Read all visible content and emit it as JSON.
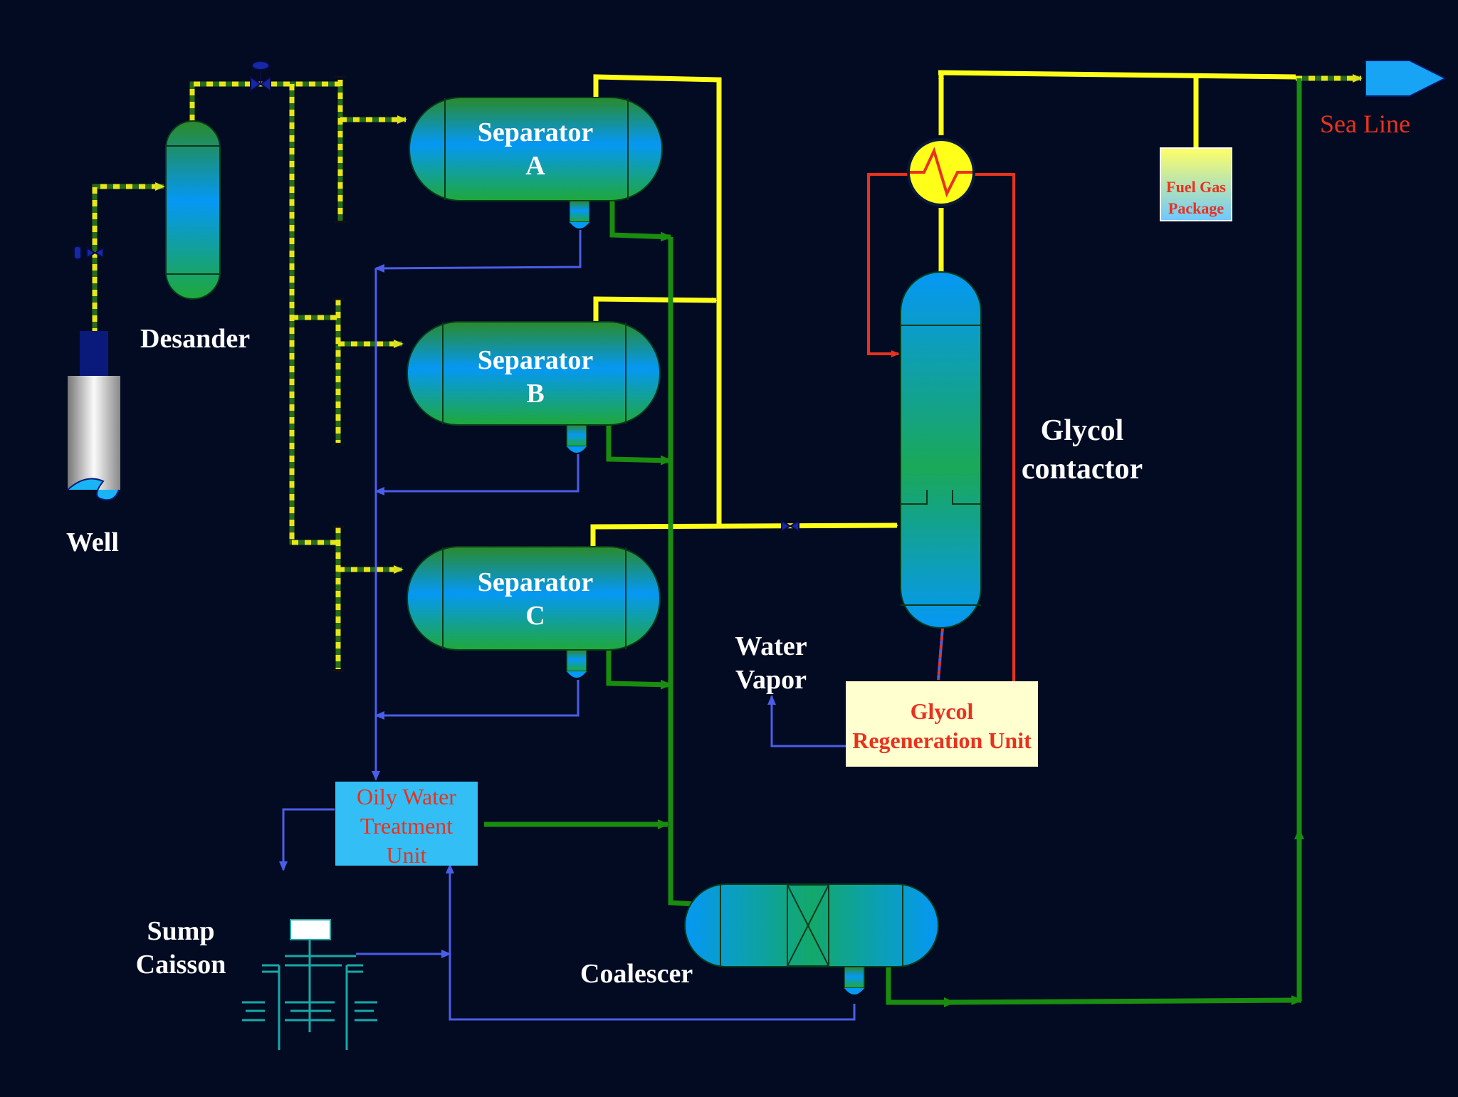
{
  "labels": {
    "desander": "Desander",
    "well": "Well",
    "separator_a": [
      "Separator",
      "A"
    ],
    "separator_b": [
      "Separator",
      "B"
    ],
    "separator_c": [
      "Separator",
      "C"
    ],
    "glycol_contactor": [
      "Glycol",
      "contactor"
    ],
    "water_vapor": [
      "Water",
      "Vapor"
    ],
    "glycol_regeneration_unit": [
      "Glycol",
      "Regeneration Unit"
    ],
    "oily_water_treatment_unit": [
      "Oily Water",
      "Treatment",
      "Unit"
    ],
    "sump_caisson": [
      "Sump",
      "Caisson"
    ],
    "coalescer": "Coalescer",
    "fuel_gas_package": [
      "Fuel Gas",
      "Package"
    ],
    "sea_line": "Sea Line"
  },
  "colors": {
    "background": "#020b22",
    "gas_line": "#ffff1a",
    "liquid_line": "#1a8c0f",
    "water_line": "#4a5ee8",
    "glycol_line": "#e8321e",
    "vessel_top": "#0099ff",
    "vessel_bottom": "#1fa83a",
    "label_red": "#e8321e"
  },
  "icons": {
    "valve": "valve-icon",
    "heat_exchanger": "heat-exchanger-icon",
    "sea_line_arrow": "pipeline-arrow-icon"
  }
}
